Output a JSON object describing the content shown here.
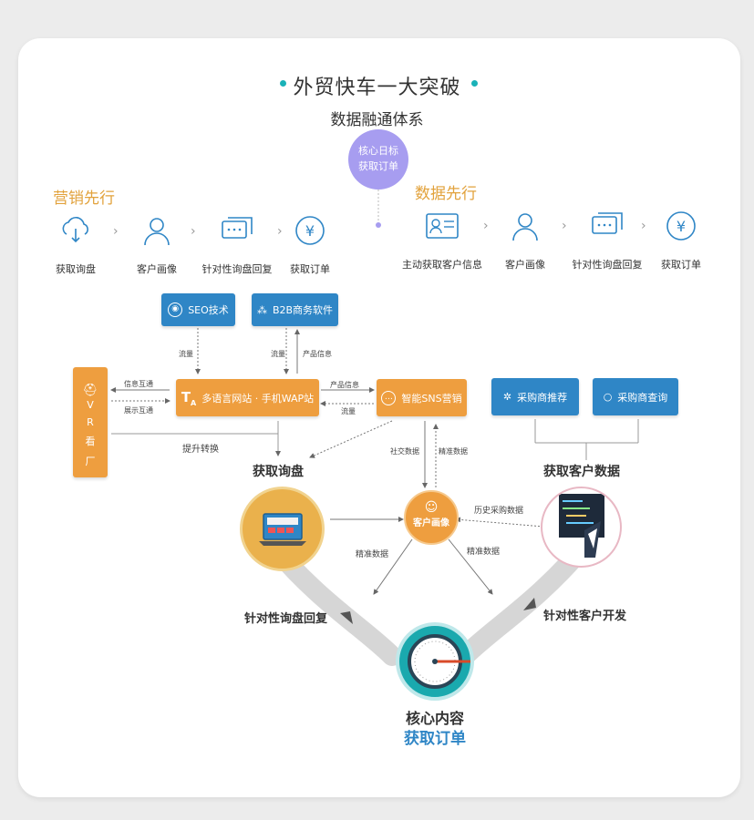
{
  "header": {
    "title": "外贸快车一大突破",
    "subtitle": "数据融通体系",
    "core_goal_line1": "核心日标",
    "core_goal_line2": "获取订单"
  },
  "marketing": {
    "heading": "营销先行",
    "steps": [
      "获取询盘",
      "客户画像",
      "针对性询盘回复",
      "获取订单"
    ]
  },
  "data_first": {
    "heading": "数据先行",
    "steps": [
      "主动获取客户信息",
      "客户画像",
      "针对性询盘回复",
      "获取订单"
    ]
  },
  "nodes": {
    "seo": "SEO技术",
    "b2b": "B2B商务软件",
    "multi_site": "多语言网站 · 手机WAP站",
    "sns": "智能SNS营销",
    "buyer_recommend": "采购商推荐",
    "buyer_query": "采购商查询",
    "vr_letters": [
      "V",
      "R",
      "看",
      "厂"
    ]
  },
  "edge_labels": {
    "traffic1": "流量",
    "traffic2": "流量",
    "product_info1": "产品信息",
    "product_info2": "产品信息",
    "traffic3": "流量",
    "info_interaction": "信息互通",
    "display_interaction": "展示互通",
    "conversion": "提升转换",
    "social_data": "社交数据",
    "browse_data": "精准数据",
    "history_purchase": "历史采购数据",
    "precise_data_left": "精准数据",
    "precise_data_right": "精准数据"
  },
  "flow": {
    "get_inquiry": "获取询盘",
    "get_customer_data": "获取客户数据",
    "customer_portrait": "客户画像",
    "targeted_reply": "针对性询盘回复",
    "targeted_dev": "针对性客户开发",
    "core_content": "核心内容",
    "get_order": "获取订单"
  },
  "colors": {
    "orange": "#ee9e3f",
    "blue": "#2f86c6",
    "teal": "#1ab2b8",
    "purple": "#a79df0",
    "gold": "#e2a23c"
  }
}
